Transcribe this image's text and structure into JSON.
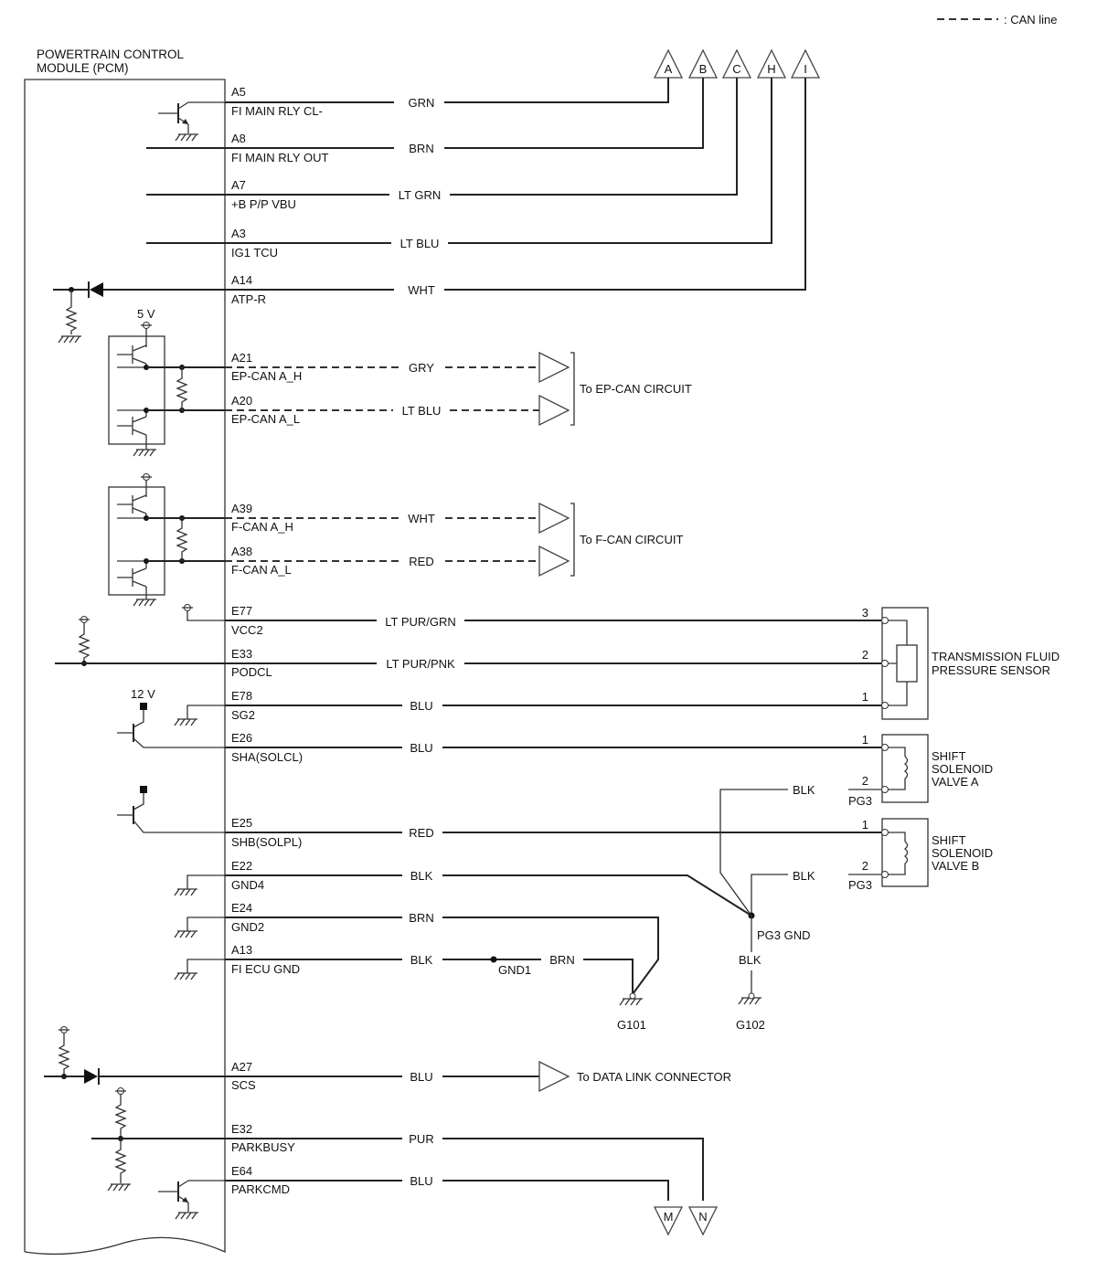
{
  "legend": {
    "can_line": ": CAN line"
  },
  "pcm_title": [
    "POWERTRAIN CONTROL",
    "MODULE (PCM)"
  ],
  "connectors_top": [
    "A",
    "B",
    "C",
    "H",
    "I"
  ],
  "connectors_bottom": [
    "M",
    "N"
  ],
  "pins": [
    {
      "pin": "A5",
      "signal": "FI MAIN RLY CL-",
      "wire": "GRN"
    },
    {
      "pin": "A8",
      "signal": "FI MAIN RLY OUT",
      "wire": "BRN"
    },
    {
      "pin": "A7",
      "signal": "+B P/P VBU",
      "wire": "LT GRN"
    },
    {
      "pin": "A3",
      "signal": "IG1 TCU",
      "wire": "LT BLU"
    },
    {
      "pin": "A14",
      "signal": "ATP-R",
      "wire": "WHT"
    },
    {
      "pin": "A21",
      "signal": "EP-CAN A_H",
      "wire": "GRY"
    },
    {
      "pin": "A20",
      "signal": "EP-CAN A_L",
      "wire": "LT BLU"
    },
    {
      "pin": "A39",
      "signal": "F-CAN A_H",
      "wire": "WHT"
    },
    {
      "pin": "A38",
      "signal": "F-CAN A_L",
      "wire": "RED"
    },
    {
      "pin": "E77",
      "signal": "VCC2",
      "wire": "LT PUR/GRN"
    },
    {
      "pin": "E33",
      "signal": "PODCL",
      "wire": "LT PUR/PNK"
    },
    {
      "pin": "E78",
      "signal": "SG2",
      "wire": "BLU"
    },
    {
      "pin": "E26",
      "signal": "SHA(SOLCL)",
      "wire": "BLU"
    },
    {
      "pin": "E25",
      "signal": "SHB(SOLPL)",
      "wire": "RED"
    },
    {
      "pin": "E22",
      "signal": "GND4",
      "wire": "BLK"
    },
    {
      "pin": "E24",
      "signal": "GND2",
      "wire": "BRN"
    },
    {
      "pin": "A13",
      "signal": "FI ECU GND",
      "wire": "BLK"
    },
    {
      "pin": "A27",
      "signal": "SCS",
      "wire": "BLU"
    },
    {
      "pin": "E32",
      "signal": "PARKBUSY",
      "wire": "PUR"
    },
    {
      "pin": "E64",
      "signal": "PARKCMD",
      "wire": "BLU"
    }
  ],
  "voltages": {
    "v5": "5 V",
    "v12": "12 V"
  },
  "destinations": {
    "ep_can": "To EP-CAN CIRCUIT",
    "f_can": "To F-CAN CIRCUIT",
    "dlc": "To DATA LINK CONNECTOR"
  },
  "sensor": {
    "name": [
      "TRANSMISSION FLUID",
      "PRESSURE SENSOR"
    ],
    "pins": [
      "3",
      "2",
      "1"
    ]
  },
  "valve_a": {
    "name": [
      "SHIFT",
      "SOLENOID",
      "VALVE A"
    ],
    "pins": [
      "1",
      "2"
    ],
    "ground_wire": "BLK",
    "ground_label": "PG3"
  },
  "valve_b": {
    "name": [
      "SHIFT",
      "SOLENOID",
      "VALVE B"
    ],
    "pins": [
      "1",
      "2"
    ],
    "ground_wire": "BLK",
    "ground_label": "PG3"
  },
  "grounds": {
    "pg3_gnd": "PG3 GND",
    "pg3_wire": "BLK",
    "gnd1": "GND1",
    "gnd1_wire": "BRN",
    "g101": "G101",
    "g102": "G102"
  }
}
